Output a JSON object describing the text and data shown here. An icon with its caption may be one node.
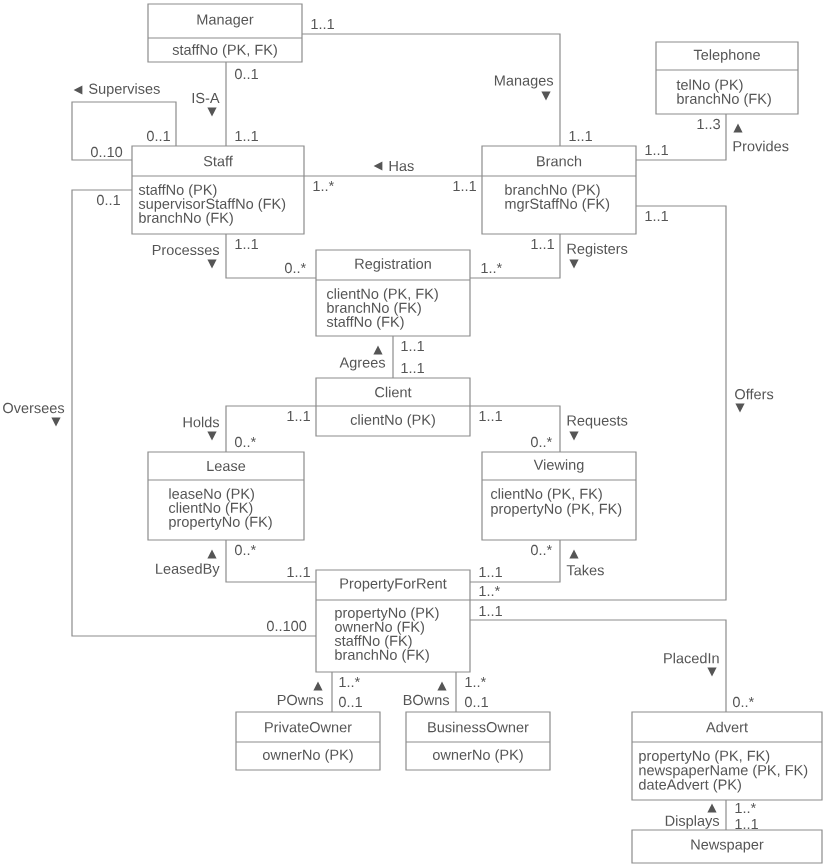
{
  "diagram": {
    "nodes": [
      {
        "text": [
          "Manager",
          "staffNo (PK, FK)"
        ]
      },
      {
        "text": [
          "Telephone",
          "telNo (PK)",
          "branchNo (FK)"
        ]
      },
      {
        "text": [
          "Staff",
          "staffNo (PK)",
          "supervisorStaffNo (FK)",
          "branchNo (FK)"
        ]
      },
      {
        "text": [
          "Branch",
          "branchNo (PK)",
          "mgrStaffNo (FK)"
        ]
      },
      {
        "text": [
          "Registration",
          "clientNo (PK, FK)",
          "branchNo (FK)",
          "staffNo (FK)"
        ]
      },
      {
        "text": [
          "Client",
          "clientNo (PK)"
        ]
      },
      {
        "text": [
          "Lease",
          "leaseNo (PK)",
          "clientNo (FK)",
          "propertyNo (FK)"
        ]
      },
      {
        "text": [
          "Viewing",
          "clientNo (PK, FK)",
          "propertyNo (PK, FK)"
        ]
      },
      {
        "text": [
          "PropertyForRent",
          "propertyNo (PK)",
          "ownerNo (FK)",
          "staffNo (FK)",
          "branchNo (FK)"
        ]
      },
      {
        "text": [
          "PrivateOwner",
          "ownerNo (PK)"
        ]
      },
      {
        "text": [
          "BusinessOwner",
          "ownerNo (PK)"
        ]
      },
      {
        "text": [
          "Advert",
          "propertyNo (PK, FK)",
          "newspaperName (PK, FK)",
          "dateAdvert (PK)"
        ]
      },
      {
        "text": [
          "Newspaper"
        ]
      }
    ],
    "edges": [
      {
        "from": 0,
        "to": 3,
        "arrow": "none",
        "label": "Manages"
      },
      {
        "from": 0,
        "to": 2,
        "arrow": "none",
        "label": "IS-A"
      },
      {
        "from": 2,
        "to": 2,
        "arrow": "none",
        "label": "Supervises"
      },
      {
        "from": 2,
        "to": 3,
        "arrow": "none",
        "label": "Has"
      },
      {
        "from": 3,
        "to": 1,
        "arrow": "none",
        "label": "Provides"
      },
      {
        "from": 2,
        "to": 4,
        "arrow": "none",
        "label": "Processes"
      },
      {
        "from": 3,
        "to": 4,
        "arrow": "none",
        "label": "Registers"
      },
      {
        "from": 5,
        "to": 4,
        "arrow": "none",
        "label": "Agrees"
      },
      {
        "from": 2,
        "to": 8,
        "arrow": "none",
        "label": "Oversees"
      },
      {
        "from": 3,
        "to": 8,
        "arrow": "none",
        "label": "Offers"
      },
      {
        "from": 5,
        "to": 6,
        "arrow": "none",
        "label": "Holds"
      },
      {
        "from": 5,
        "to": 7,
        "arrow": "none",
        "label": "Requests"
      },
      {
        "from": 6,
        "to": 8,
        "arrow": "none",
        "label": "LeasedBy"
      },
      {
        "from": 7,
        "to": 8,
        "arrow": "none",
        "label": "Takes"
      },
      {
        "from": 8,
        "to": 11,
        "arrow": "none",
        "label": "PlacedIn"
      },
      {
        "from": 9,
        "to": 8,
        "arrow": "none",
        "label": "POwns"
      },
      {
        "from": 10,
        "to": 8,
        "arrow": "none",
        "label": "BOwns"
      },
      {
        "from": 12,
        "to": 11,
        "arrow": "none",
        "label": "Displays"
      }
    ],
    "labels": [
      "1..1",
      "0..1",
      "1..3",
      "0..1",
      "1..1",
      "1..1",
      "0..10",
      "1..1",
      "1..*",
      "1..1",
      "0..1",
      "1..1",
      "1..1",
      "1..1",
      "0..*",
      "1..*",
      "1..1",
      "1..1",
      "1..1",
      "1..1",
      "0..*",
      "0..*",
      "0..*",
      "0..*",
      "1..1",
      "1..1",
      "1..*",
      "1..1",
      "0..100",
      "1..*",
      "1..*",
      "0..1",
      "0..1",
      "0..*",
      "1..*",
      "1..1"
    ]
  }
}
